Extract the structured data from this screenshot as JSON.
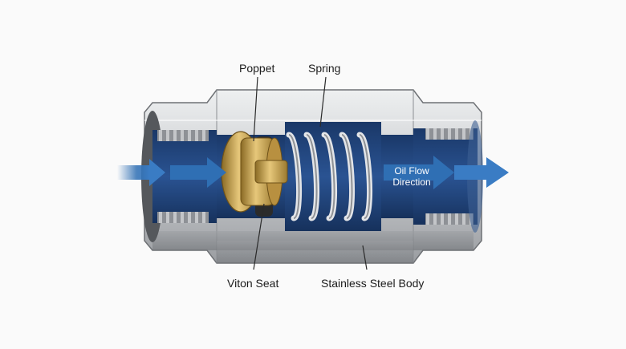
{
  "labels": {
    "poppet": "Poppet",
    "spring": "Spring",
    "viton_seat": "Viton Seat",
    "body": "Stainless Steel Body",
    "flow_line1": "Oil Flow",
    "flow_line2": "Direction"
  },
  "colors": {
    "steel_light": "#d9dadc",
    "steel_mid": "#b7b9bc",
    "steel_dark": "#8d9094",
    "bore_blue": "#1f3f74",
    "brass": "#c7a24f",
    "flow_arrow": "#2f6fb4"
  }
}
